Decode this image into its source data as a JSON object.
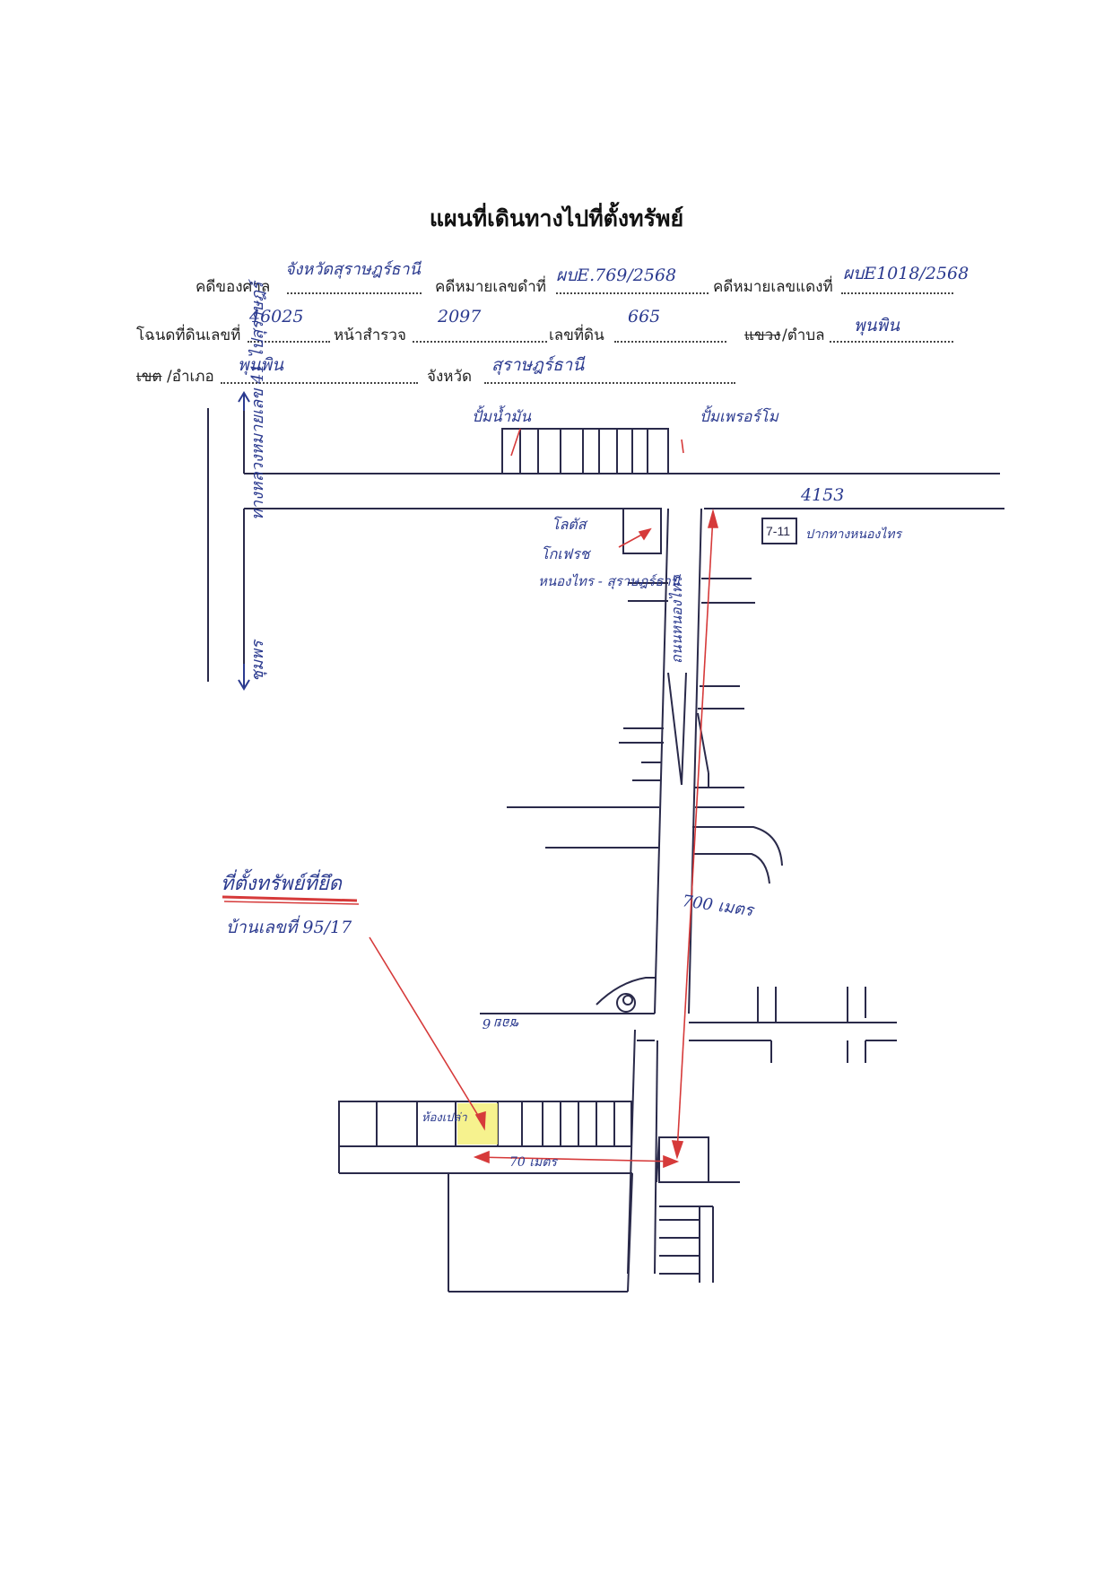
{
  "document": {
    "title": "แผนที่เดินทางไปที่ตั้งทรัพย์"
  },
  "form": {
    "court_label": "คดีของศาล",
    "court_value": "จังหวัดสุราษฎร์ธานี",
    "black_case_label": "คดีหมายเลขดำที่",
    "black_case_value": "ผบE.769/2568",
    "red_case_label": "คดีหมายเลขแดงที่",
    "red_case_value": "ผบE1018/2568",
    "deed_label": "โฉนดที่ดินเลขที่",
    "deed_value": "46025",
    "survey_label": "หน้าสำรวจ",
    "survey_value": "2097",
    "land_no_label": "เลขที่ดิน",
    "land_no_value": "665",
    "subdistrict_struck": "แขวง",
    "subdistrict_label": "/ตำบล",
    "subdistrict_value": "พุนพิน",
    "district_struck": "เขต",
    "district_label": "/อำเภอ",
    "district_value": "พุนพิน",
    "province_label": "จังหวัด",
    "province_value": "สุราษฎร์ธานี"
  },
  "map": {
    "road_highway_label": "ทางหลวงหมายเลข 41 ไปสุราษฎร์",
    "road_south_label": "ชุมพร",
    "road_4153": "4153",
    "shop_left": "ปั้มน้ำมัน",
    "shop_right": "ปั้มเพรอร์โม",
    "seven_eleven": "7-11",
    "seven_side_label": "ปากทางหนองไทร",
    "market_label_1": "โลตัส",
    "market_label_2": "โกเฟรช",
    "market_label_3": "หนองไทร - สุราษฎร์ธานี",
    "road_main_label": "ถนนหนองไทร",
    "distance_700": "700 เมตร",
    "soi_label": "ซอย 6",
    "property_label": "ที่ตั้งทรัพย์ที่ยึด",
    "house_no_label": "บ้านเลขที่ 95/17",
    "neighbor_label": "ห้องเปล่า",
    "distance_70": "70 เมตร"
  }
}
